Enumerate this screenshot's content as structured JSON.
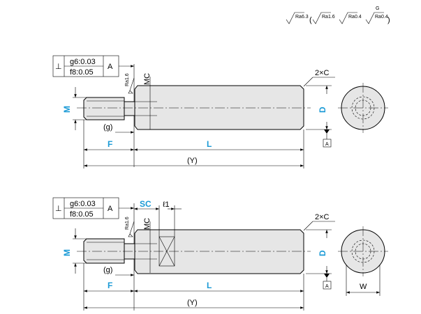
{
  "roughness": {
    "main": "Ra6.3",
    "alt": [
      "Ra1.6",
      "Ra0.4",
      "Ra0.4"
    ],
    "grind_mark": "G",
    "local": "Ra1.6"
  },
  "tolerance_frame": {
    "symbol": "⊥",
    "row1": "g6:0.03",
    "row2": "f8:0.05",
    "datum": "A"
  },
  "labels": {
    "M": "M",
    "F": "F",
    "L": "L",
    "Y": "(Y)",
    "g": "(g)",
    "D": "D",
    "MC": "MC",
    "chamfer": "2×C",
    "datum": "A",
    "SC": "SC",
    "l1": "ℓ1",
    "W": "W"
  },
  "colors": {
    "accent": "#1a9ad6",
    "body": "#e6e6e6"
  }
}
